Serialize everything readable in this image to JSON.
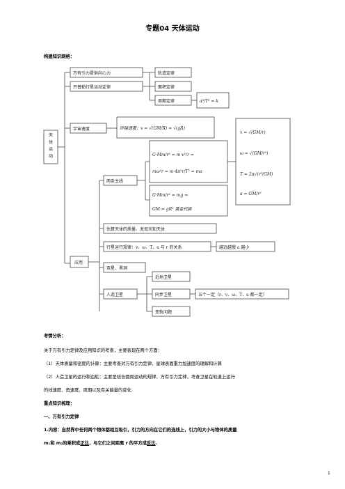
{
  "title": "专题04 天体运动",
  "map_heading": "构建知识网络：",
  "concept_map": {
    "root": "天体运动",
    "root_chars": [
      "天",
      "体",
      "运",
      "动"
    ],
    "branch1": "万有引力提供向心力",
    "branch2": "开普勒行星运动定律",
    "kepler": [
      "轨道定律",
      "面积定律",
      "周期定律"
    ],
    "kepler_formula": "a³/T² = k",
    "cosmic_velocity": "宇宙速度",
    "orbit_speed": "环绕速度：v = √(GM/R) = √(gR)",
    "two_lines": "两条主线",
    "eq1": "G·Mm/r² = m·v²/r =",
    "eq2": "mω²r = m·4π²r/T² = ma",
    "eq3": "G·Mm/r² = mg ⇒",
    "eq4": "GM = gR² 黄金代换",
    "res_v": "v = √(GM/r)",
    "res_w": "ω = √(GM/r³)",
    "res_T": "T = 2π√(r³/GM)",
    "res_a": "a = GM/r²",
    "application": "应用",
    "app1": "估算天体的质量、发现未知天体",
    "app2": "行星运行规律：v、ω、T、a 与 r 的关系",
    "app2_result": "越远越慢 a 越小",
    "app3": "双星、黑洞",
    "app4": "人造卫星",
    "sat": [
      "近地卫星",
      "同步卫星",
      "变轨问题"
    ],
    "sync_note": "五个一定（r、v、ω、T、a 都一定）"
  },
  "analysis": {
    "heading": "考情分析：",
    "intro": "关于万有引力定律及应用知识的考查，主要表现在两个方面：",
    "item1": "（1）天体质量和密度的计算：主要考查对万有引力定律、星球表面重力加速度的理解和计算",
    "item2_line1": "（2）人造卫星的运行和边舵：主要是结合圆周运动的规律、万有引力定律，考查卫星在轨道上运行",
    "item2_line2": "的线速度、角速度、周期以及有关能量的变化"
  },
  "points": {
    "heading": "重点知识梳理：",
    "section": "一、万有引力定律",
    "content_line1": "1.内容：自然界中任何两个物体都相互吸引，引力的方向在它们的连线上，引力的大小与物体的质量",
    "content_line2_a": "m₁和 m₂的乘积成",
    "content_line2_b": "正比",
    "content_line2_c": "，与它们之间距离 r 的平方成",
    "content_line2_d": "反比",
    "content_line2_e": "."
  },
  "page_number": "1"
}
